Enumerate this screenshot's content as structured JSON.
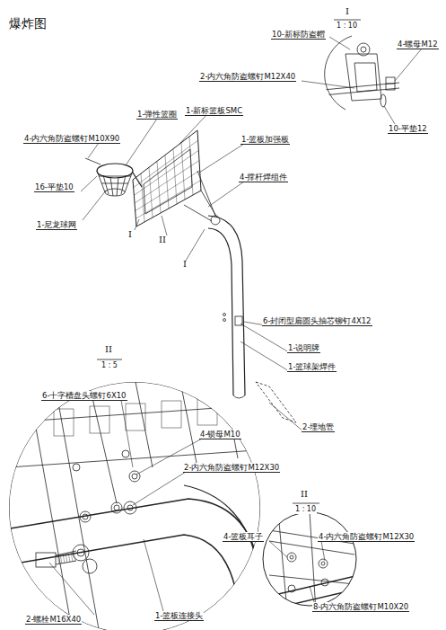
{
  "diagram": {
    "title": "爆炸图",
    "labels": [
      "I",
      "1 : 10",
      "10-新标防盗帽",
      "4-螺母M12",
      "2-内六角防盗螺钉M12X40",
      "10-平垫12",
      "4-内六角防盗螺钉M10X90",
      "1-弹性篮圈",
      "1-新标篮板SMC",
      "1-篮板加强板",
      "16-平垫10",
      "4-撑杆焊组件",
      "1-尼龙球网",
      "I",
      "II",
      "I",
      "6-封闭型扁圆头抽芯铆钉4X12",
      "1-说明牌",
      "1-篮球架焊件",
      "2-埋地管",
      "II",
      "1 : 5",
      "6-十字槽盘头螺钉6X10",
      "4-锁母M10",
      "2-内六角防盗螺钉M12X30",
      "2-螺栓M16X40",
      "1-篮板连接头",
      "II",
      "1 : 10",
      "4-篮板耳子",
      "4-内六角防盗螺钉M12X30",
      "8-内六角防盗螺钉M10X20"
    ]
  }
}
